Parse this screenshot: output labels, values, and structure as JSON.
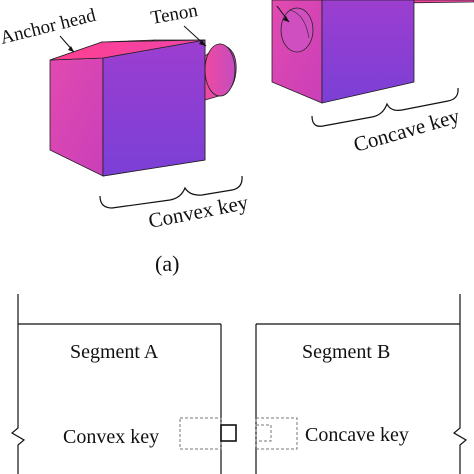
{
  "panel_a": {
    "anchor_head_label": "Anchor head",
    "tenon_label": "Tenon",
    "convex_key_label": "Convex key",
    "concave_key_label": "Concave key",
    "caption": "(a)"
  },
  "panel_b": {
    "segment_a_label": "Segment A",
    "segment_b_label": "Segment B",
    "convex_key_label": "Convex key",
    "concave_key_label": "Concave key"
  },
  "colors": {
    "front_face": "#e040a8",
    "top_face": "#ff3d96",
    "side_face": "#8a3fd1",
    "line": "#111111",
    "dashed": "#777777"
  }
}
